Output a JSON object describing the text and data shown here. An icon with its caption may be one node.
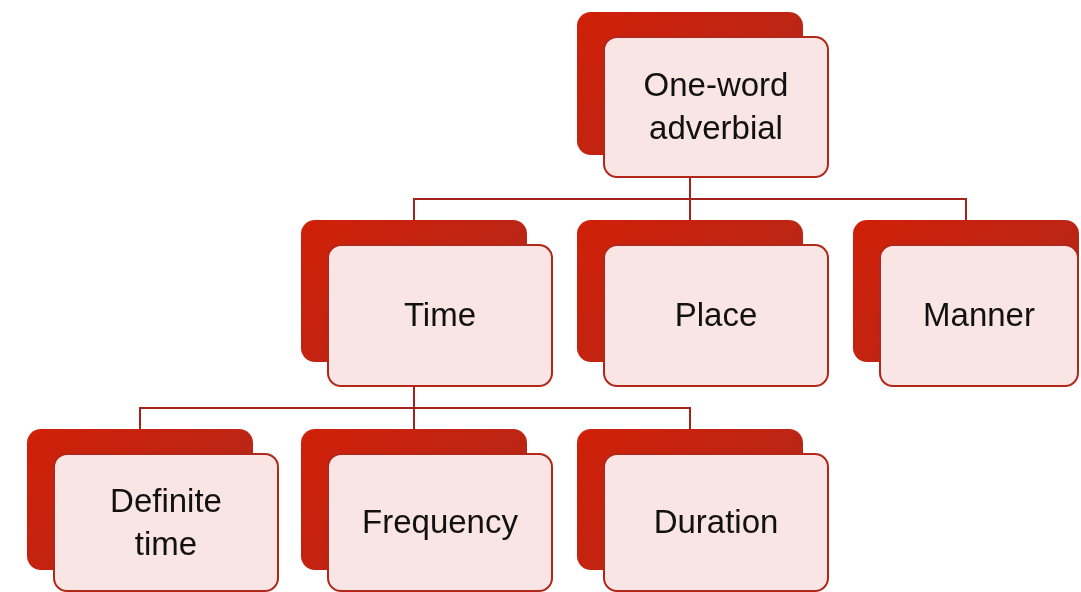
{
  "diagram": {
    "nodes": [
      {
        "text": [
          "One-word adverbial"
        ]
      },
      {
        "text": [
          "Time"
        ]
      },
      {
        "text": [
          "Place"
        ]
      },
      {
        "text": [
          "Manner"
        ]
      },
      {
        "text": [
          "Definite time"
        ]
      },
      {
        "text": [
          "Frequency"
        ]
      },
      {
        "text": [
          "Duration"
        ]
      }
    ],
    "edges": [
      {
        "from": 0,
        "to": 1,
        "arrow": "none"
      },
      {
        "from": 0,
        "to": 2,
        "arrow": "none"
      },
      {
        "from": 0,
        "to": 3,
        "arrow": "none"
      },
      {
        "from": 1,
        "to": 4,
        "arrow": "none"
      },
      {
        "from": 1,
        "to": 5,
        "arrow": "none"
      },
      {
        "from": 1,
        "to": 6,
        "arrow": "none"
      }
    ]
  }
}
